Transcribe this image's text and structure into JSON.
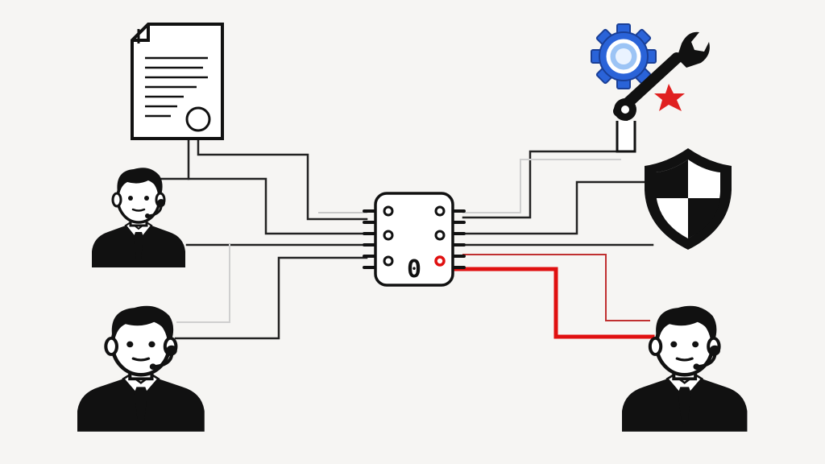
{
  "diagram": {
    "hub": {
      "label": "0",
      "icon": "microchip-icon"
    },
    "nodes": [
      {
        "id": "document",
        "icon": "certificate-document-icon"
      },
      {
        "id": "settings",
        "icon": "gear-wrench-icon"
      },
      {
        "id": "security",
        "icon": "shield-icon"
      },
      {
        "id": "agent-top-left",
        "icon": "headset-agent-icon"
      },
      {
        "id": "agent-bottom-left",
        "icon": "headset-agent-icon"
      },
      {
        "id": "agent-bottom-right",
        "icon": "headset-agent-icon"
      }
    ],
    "colors": {
      "background": "#f6f5f3",
      "line": "#222222",
      "faint_line": "#c8c8c8",
      "highlight": "#e01010",
      "gear": "#2a63d8",
      "badge": "#e02020"
    }
  }
}
